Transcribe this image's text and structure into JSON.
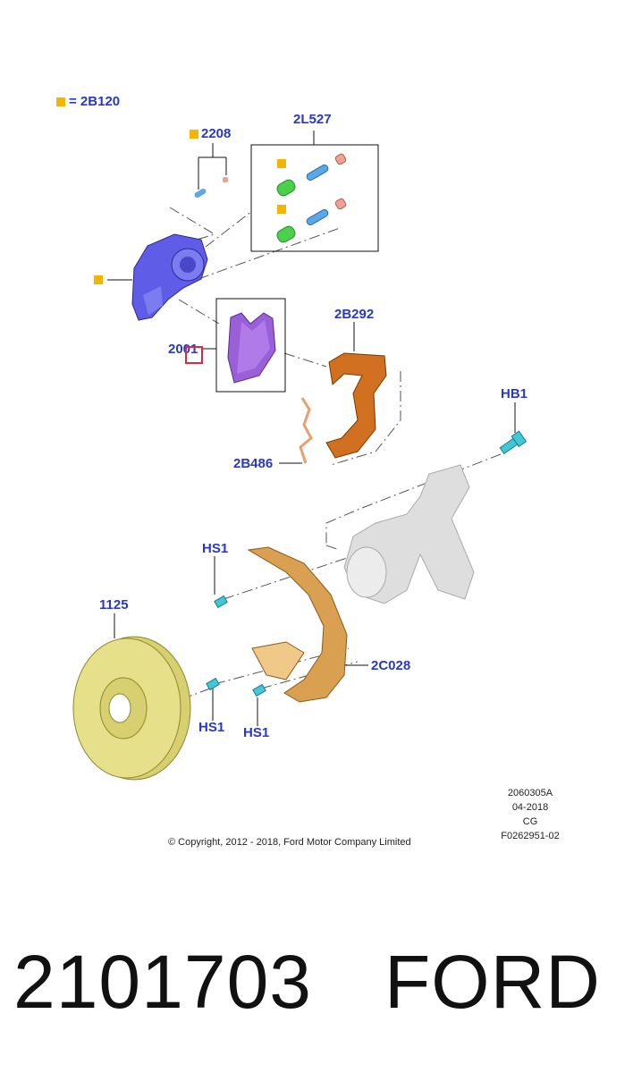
{
  "legend": {
    "symbol_text": "= 2B120",
    "symbol_color": "#f4b400"
  },
  "labels": {
    "part_2208": "2208",
    "part_2L527": "2L527",
    "part_2B292": "2B292",
    "part_2001": "2001",
    "part_HB1": "HB1",
    "part_2B486": "2B486",
    "part_HS1_top": "HS1",
    "part_1125": "1125",
    "part_2C028": "2C028",
    "part_HS1_left": "HS1",
    "part_HS1_right": "HS1"
  },
  "metadata": {
    "code": "2060305A",
    "date": "04-2018",
    "initials": "CG",
    "figure_id": "F0262951-02"
  },
  "copyright": "© Copyright, 2012 - 2018, Ford Motor Company Limited",
  "footer": {
    "part_number": "2101703",
    "brand": "FORD"
  },
  "colors": {
    "label_blue": "#2838c8",
    "caliper": "#5f5de8",
    "pads": "#9a60d8",
    "bracket": "#d07020",
    "disc": "#e6e08a",
    "shield": "#d8a050",
    "bolt": "#40c8d8",
    "knuckle": "#dcdcdc",
    "highlight": "#e0283c"
  }
}
